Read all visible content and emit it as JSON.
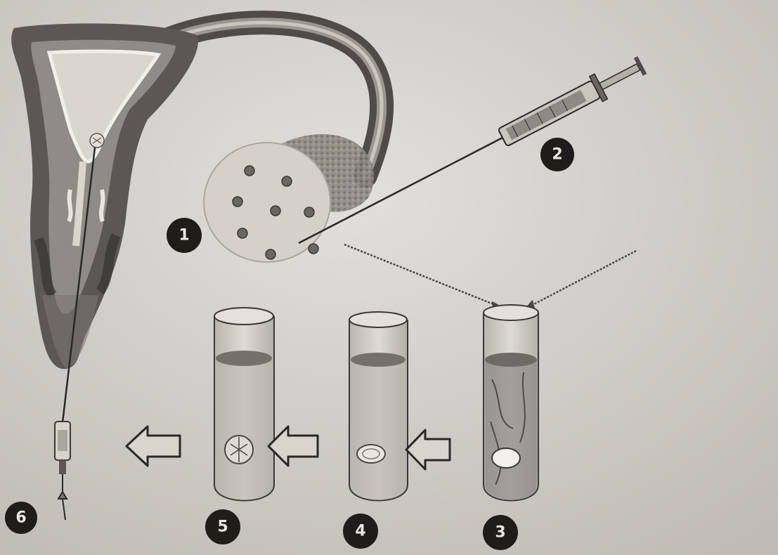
{
  "figure": {
    "description_free": true,
    "step_markers": [
      {
        "id": "oocyte-retrieval",
        "label": "1"
      },
      {
        "id": "needle-aspiration",
        "label": "2"
      },
      {
        "id": "fertilization-tube",
        "label": "3"
      },
      {
        "id": "zygote-culture",
        "label": "4"
      },
      {
        "id": "embryo-culture",
        "label": "5"
      },
      {
        "id": "embryo-transfer",
        "label": "6"
      }
    ],
    "colors": {
      "background": "#cfccc6",
      "ink": "#2a2826",
      "tissue_dark": "#5a5754",
      "tissue_mid": "#8f8b86",
      "tissue_light": "#d9d6d0",
      "badge": "#1e1d1c"
    },
    "icons": [
      "uterus-illustration",
      "ovary-illustration",
      "syringe-icon",
      "test-tube-icon",
      "left-arrow-icon",
      "catheter-icon"
    ]
  }
}
